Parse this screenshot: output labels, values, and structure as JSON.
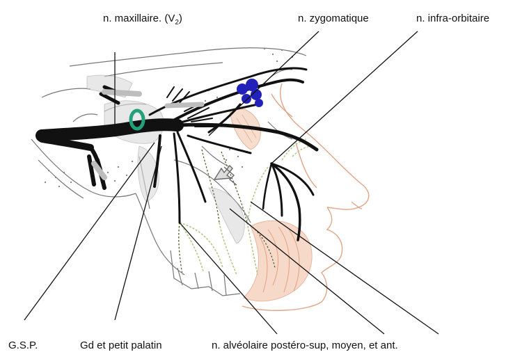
{
  "labels": {
    "maxillary_prefix": "n. maxillaire. (V",
    "maxillary_sub": "2",
    "maxillary_suffix": ")",
    "zygomatic": "n. zygomatique",
    "infraorbital": "n. infra-orbitaire",
    "gsp": "G.S.P.",
    "palatine": "Gd et petit palatin",
    "alveolar": "n. alvéolaire postéro-sup,  moyen, et ant."
  },
  "colors": {
    "nerve": "#111111",
    "bone_outline": "#777777",
    "face_outline": "#e0a487",
    "muscle_fill": "#f3cdb8",
    "muscle_stroke": "#e2a080",
    "ganglion_blue": "#2222bb",
    "ganglion_green": "#22a07a",
    "alveolar_dashed": "#b8c78a"
  }
}
